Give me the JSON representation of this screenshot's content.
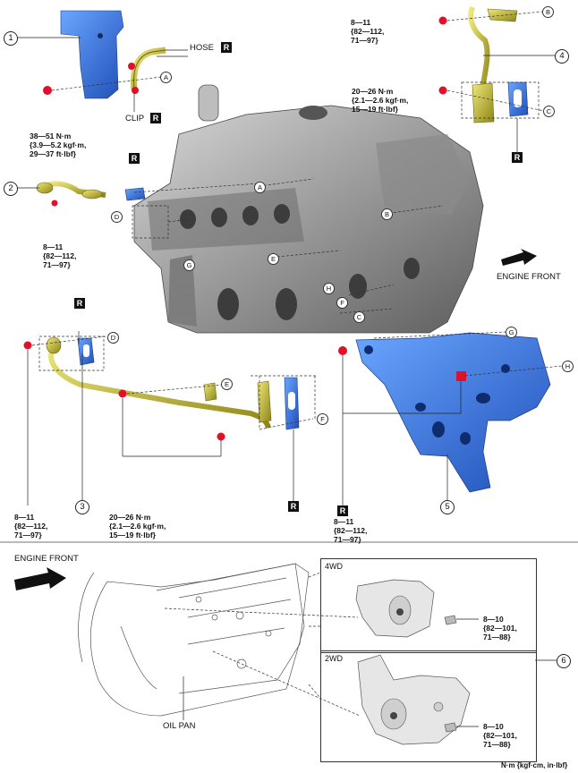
{
  "colors": {
    "part_blue": "#2e6fd6",
    "pipe_yellow": "#c9c22e",
    "bolt_red": "#e0102a",
    "engine_gray": "#a9a9a9"
  },
  "callouts": {
    "n1": "1",
    "n2": "2",
    "n3": "3",
    "n4": "4",
    "n5": "5",
    "n6": "6"
  },
  "letters": [
    "A",
    "B",
    "C",
    "D",
    "E",
    "F",
    "G",
    "H"
  ],
  "labels": {
    "hose": "HOSE",
    "clip": "CLIP",
    "r": "R",
    "torque_38_51": [
      "38—51 N·m",
      "{3.9—5.2 kgf·m,",
      "29—37 ft·lbf}"
    ],
    "torque_8_11": [
      "8—11",
      "{82—112,",
      "71—97}"
    ],
    "torque_20_26": [
      "20—26 N·m",
      "{2.1—2.6 kgf·m,",
      "15—19 ft·lbf}"
    ],
    "torque_8_10": [
      "8—10",
      "{82—101,",
      "71—88}"
    ],
    "engine_front": "ENGINE FRONT",
    "box_4wd": "4WD",
    "box_2wd": "2WD",
    "oil_pan": "OIL PAN",
    "units": "N·m {kgf·cm, in·lbf}"
  }
}
